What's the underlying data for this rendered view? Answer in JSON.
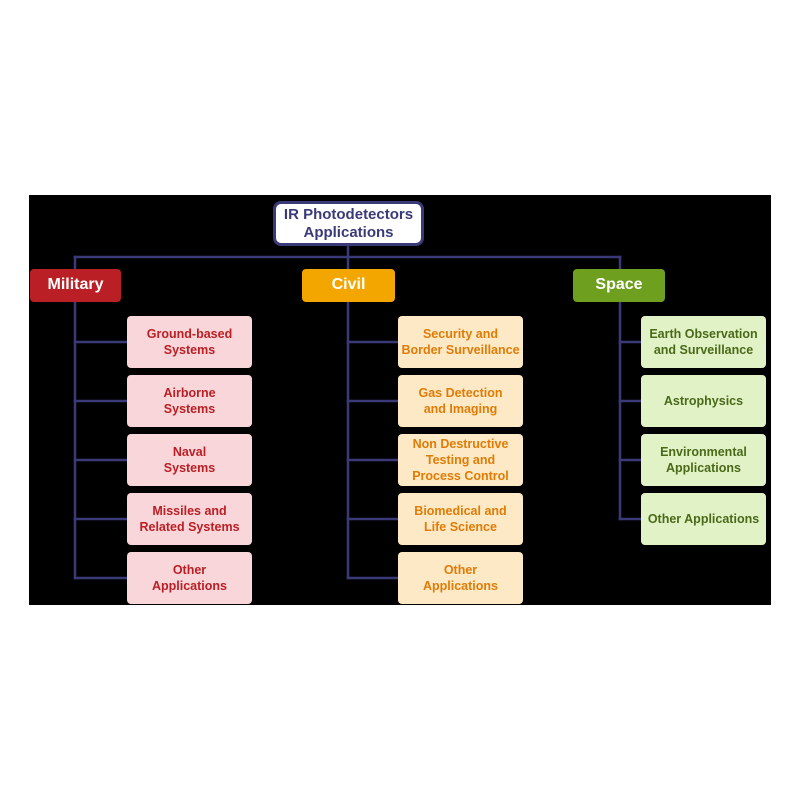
{
  "diagram": {
    "root": {
      "label": "IR Photodetectors\nApplications"
    },
    "categories": [
      {
        "key": "military",
        "label": "Military",
        "color": "#b91f24",
        "items": [
          "Ground-based\nSystems",
          "Airborne\nSystems",
          "Naval\nSystems",
          "Missiles and\nRelated Systems",
          "Other\nApplications"
        ]
      },
      {
        "key": "civil",
        "label": "Civil",
        "color": "#f3a600",
        "items": [
          "Security and\nBorder Surveillance",
          "Gas Detection\nand Imaging",
          "Non Destructive\nTesting and\nProcess Control",
          "Biomedical and\nLife Science",
          "Other\nApplications"
        ]
      },
      {
        "key": "space",
        "label": "Space",
        "color": "#6f9f1f",
        "items": [
          "Earth Observation\nand Surveillance",
          "Astrophysics",
          "Environmental\nApplications",
          "Other Applications"
        ]
      }
    ],
    "connector_color": "#3b3a78",
    "panel_color": "#000000"
  }
}
